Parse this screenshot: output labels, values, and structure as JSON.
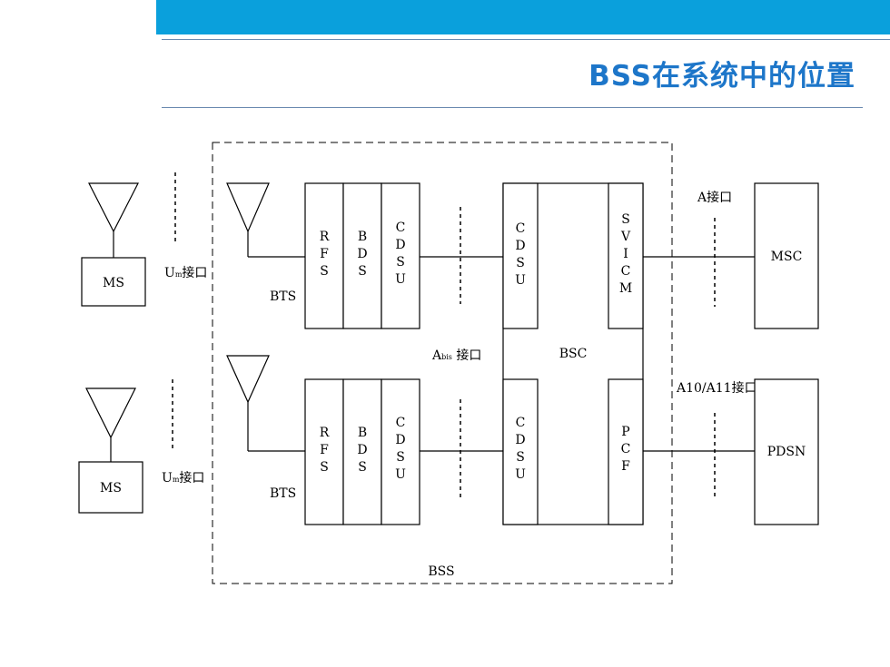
{
  "header": {
    "title": "BSS在系统中的位置"
  },
  "diagram": {
    "ms_top": "MS",
    "ms_bottom": "MS",
    "um_top": [
      "U",
      "m",
      "接口"
    ],
    "um_bottom": [
      "U",
      "m",
      "接口"
    ],
    "bts_top": "BTS",
    "bts_bottom": "BTS",
    "abis": [
      "A",
      "bis",
      " 接口"
    ],
    "bsc": "BSC",
    "a_interface": "A接口",
    "a10_interface": "A10/A11接口",
    "msc": "MSC",
    "pdsn": "PDSN",
    "bss": "BSS",
    "rfs_letters": [
      "R",
      "F",
      "S"
    ],
    "bds_letters": [
      "B",
      "D",
      "S"
    ],
    "cdsu_letters": [
      "C",
      "D",
      "S",
      "U"
    ],
    "svicm_letters": [
      "S",
      "V",
      "I",
      "C",
      "M"
    ],
    "pcf_letters": [
      "P",
      "C",
      "F"
    ]
  }
}
